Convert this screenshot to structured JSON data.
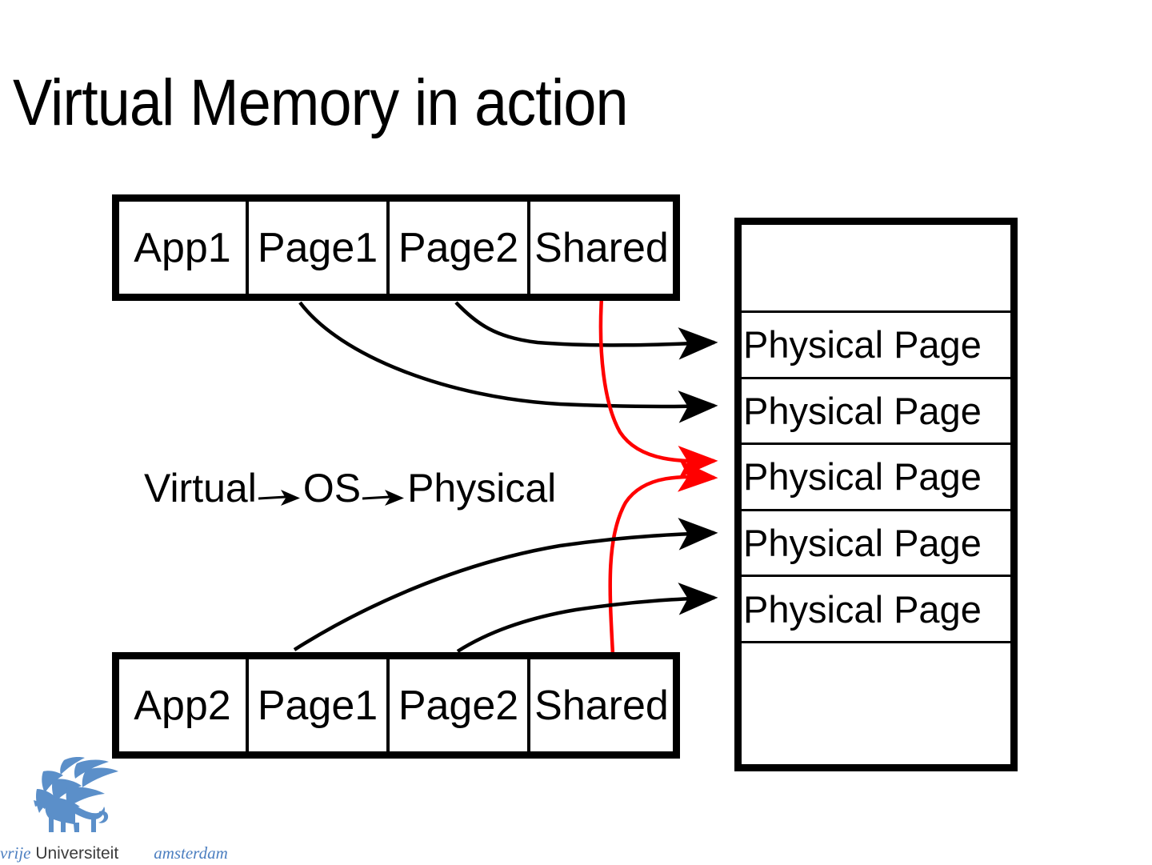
{
  "slide": {
    "title": "Virtual Memory in action"
  },
  "colors": {
    "outline": "#000000",
    "background": "#ffffff",
    "shared_mapping": "#ff0000",
    "normal_mapping": "#000000",
    "logo_blue": "#4c7fc0",
    "logo_gray": "#3c3c3c"
  },
  "apps": [
    {
      "id": "app1",
      "cells": [
        {
          "name": "app-label",
          "label": "App1"
        },
        {
          "name": "page1-cell",
          "label": "Page1"
        },
        {
          "name": "page2-cell",
          "label": "Page2"
        },
        {
          "name": "shared-cell",
          "label": "Shared"
        }
      ]
    },
    {
      "id": "app2",
      "cells": [
        {
          "name": "app-label",
          "label": "App2"
        },
        {
          "name": "page1-cell",
          "label": "Page1"
        },
        {
          "name": "page2-cell",
          "label": "Page2"
        },
        {
          "name": "shared-cell",
          "label": "Shared"
        }
      ]
    }
  ],
  "physical_memory": {
    "cells": [
      {
        "type": "empty",
        "label": ""
      },
      {
        "type": "page",
        "label": "Physical Page"
      },
      {
        "type": "page",
        "label": "Physical Page"
      },
      {
        "type": "page",
        "label": "Physical Page"
      },
      {
        "type": "page",
        "label": "Physical Page"
      },
      {
        "type": "page",
        "label": "Physical Page"
      },
      {
        "type": "empty",
        "label": ""
      }
    ]
  },
  "mapping_legend": {
    "source": "Virtual",
    "translator": "OS",
    "destination": "Physical",
    "arrow1": "arrow-right-icon",
    "arrow2": "arrow-right-icon"
  },
  "mappings": [
    {
      "from": "app1.Page1",
      "to": "physical_page_1",
      "color": "#000000"
    },
    {
      "from": "app1.Page2",
      "to": "physical_page_2",
      "color": "#000000"
    },
    {
      "from": "app1.Shared",
      "to": "physical_page_3",
      "color": "#ff0000"
    },
    {
      "from": "app2.Shared",
      "to": "physical_page_3",
      "color": "#ff0000"
    },
    {
      "from": "app2.Page1",
      "to": "physical_page_4",
      "color": "#000000"
    },
    {
      "from": "app2.Page2",
      "to": "physical_page_5",
      "color": "#000000"
    }
  ],
  "logo": {
    "name": "vu-amsterdam-logo",
    "mark": "winged-griffin-icon",
    "word1": "vrije",
    "word2": "Universiteit",
    "word3": "amsterdam"
  }
}
